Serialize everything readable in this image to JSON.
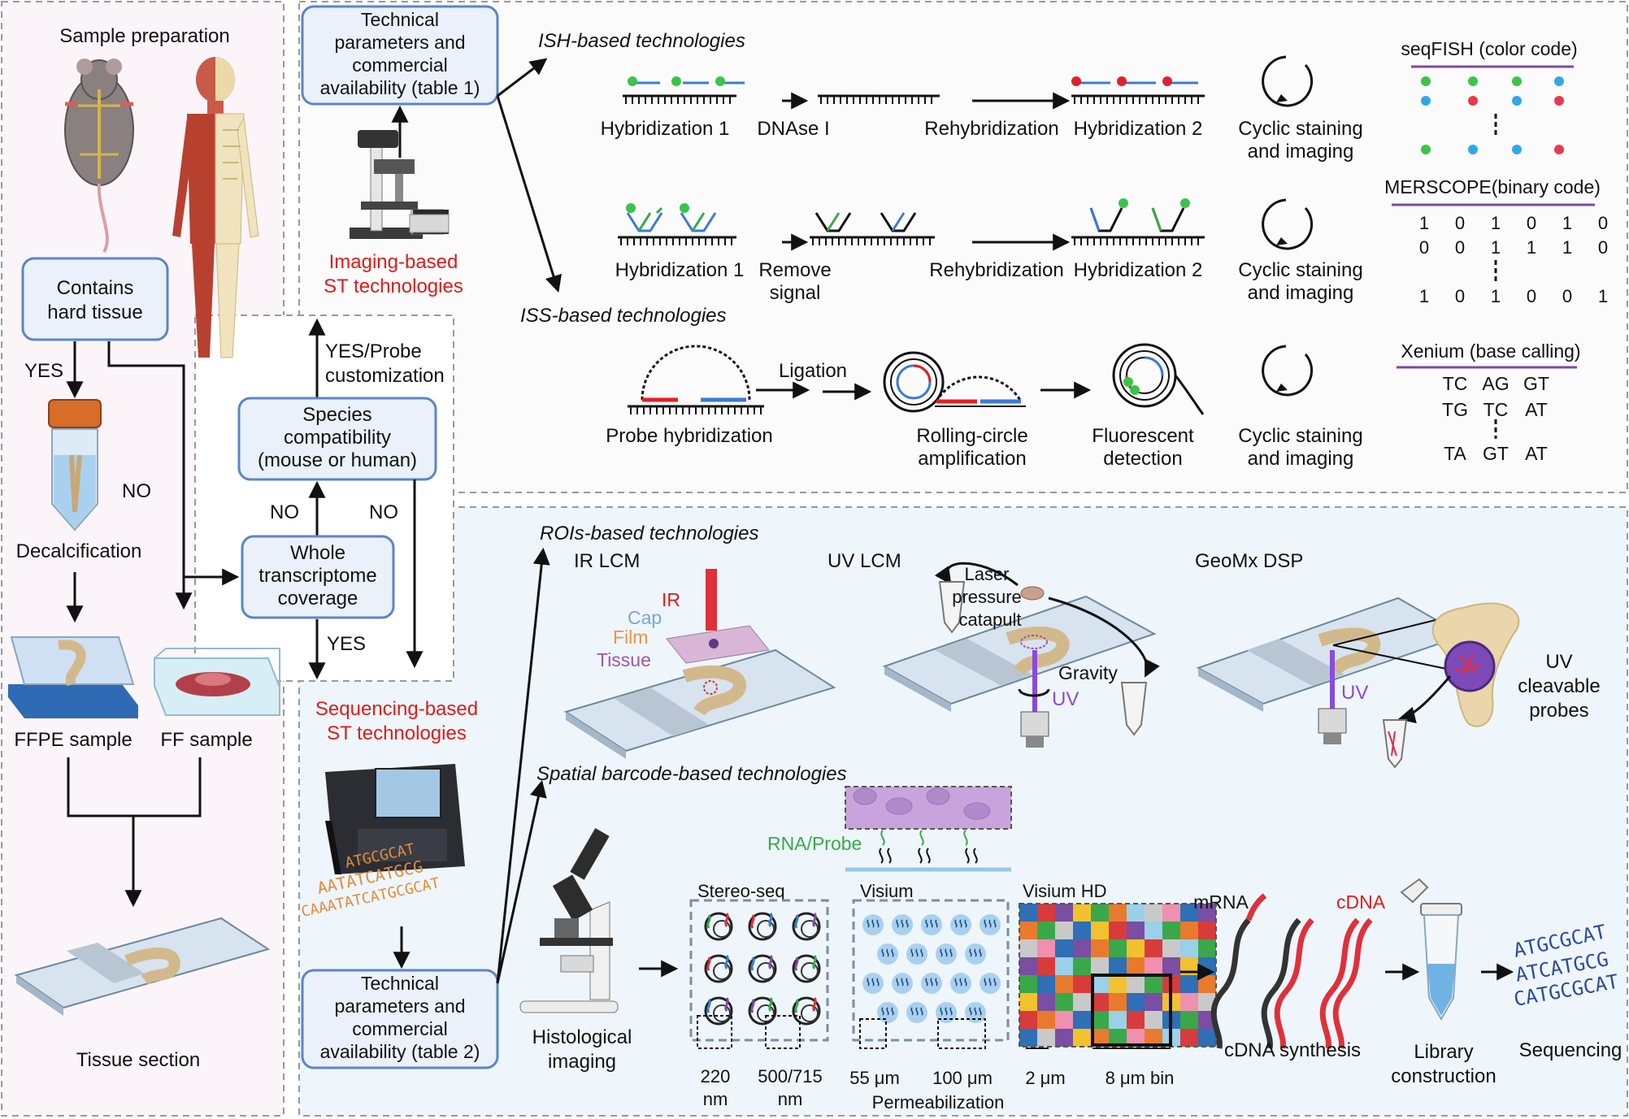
{
  "left": {
    "sample_preparation": "Sample preparation",
    "contains_hard_tissue": [
      "Contains",
      "hard tissue"
    ],
    "yes": "YES",
    "no": "NO",
    "decalcification": "Decalcification",
    "ffpe_sample": "FFPE sample",
    "ff_sample": "FF sample",
    "tissue_section": "Tissue section"
  },
  "middle": {
    "tech_params_top": [
      "Technical",
      "parameters and",
      "commercial",
      "availability (table 1)"
    ],
    "imaging_based": [
      "Imaging-based",
      "ST technologies"
    ],
    "yes_probe": [
      "YES/Probe",
      "customization"
    ],
    "species": [
      "Species",
      "compatibility",
      "(mouse or human)"
    ],
    "no_left": "NO",
    "no_right": "NO",
    "whole_transcriptome": [
      "Whole",
      "transcriptome",
      "coverage"
    ],
    "yes_down": "YES",
    "sequencing_based": [
      "Sequencing-based",
      "ST technologies"
    ],
    "tech_params_bottom": [
      "Technical",
      "parameters and",
      "commercial",
      "availability (table 2)"
    ],
    "dna_text": [
      "ATGCGCAT",
      "AATATCATGCG",
      "CAAATATCATGCGCAT"
    ]
  },
  "imaging": {
    "ish_title": "ISH-based technologies",
    "iss_title": "ISS-based technologies",
    "row1": {
      "hyb1": "Hybridization 1",
      "dnase": "DNAse I",
      "rehyb": "Rehybridization",
      "hyb2": "Hybridization 2",
      "cyclic": [
        "Cyclic staining",
        "and imaging"
      ],
      "code_title": "seqFISH (color code)"
    },
    "row2": {
      "hyb1": "Hybridization 1",
      "remove": [
        "Remove",
        "signal"
      ],
      "rehyb": "Rehybridization",
      "hyb2": "Hybridization 2",
      "cyclic": [
        "Cyclic staining",
        "and imaging"
      ],
      "code_title": "MERSCOPE(binary code)",
      "binary_rows": [
        [
          "1",
          "0",
          "1",
          "0",
          "1",
          "0"
        ],
        [
          "0",
          "0",
          "1",
          "1",
          "1",
          "0"
        ],
        [
          "1",
          "0",
          "1",
          "0",
          "0",
          "1"
        ]
      ]
    },
    "row3": {
      "probe_hyb": "Probe hybridization",
      "ligation": "Ligation",
      "rca": [
        "Rolling-circle",
        "amplification"
      ],
      "fluor": [
        "Fluorescent",
        "detection"
      ],
      "cyclic": [
        "Cyclic staining",
        "and imaging"
      ],
      "code_title": "Xenium (base calling)",
      "base_rows": [
        [
          "TC",
          "AG",
          "GT"
        ],
        [
          "TG",
          "TC",
          "AT"
        ],
        [
          "TA",
          "GT",
          "AT"
        ]
      ]
    }
  },
  "sequencing": {
    "roi_title": "ROIs-based technologies",
    "ir_lcm": "IR LCM",
    "ir": "IR",
    "cap": "Cap",
    "film": "Film",
    "tissue": "Tissue",
    "uv_lcm": "UV LCM",
    "laser": [
      "Laser",
      "pressure",
      "catapult"
    ],
    "gravity": "Gravity",
    "uv": "UV",
    "geomx": "GeoMx DSP",
    "uv_probes": [
      "UV",
      "cleavable",
      "probes"
    ],
    "barcode_title": "Spatial barcode-based technologies",
    "rna_probe": "RNA/Probe",
    "histological": [
      "Histological",
      "imaging"
    ],
    "stereo": "Stereo-seq",
    "visium": "Visium",
    "visium_hd": "Visium HD",
    "nm220": [
      "220",
      "nm"
    ],
    "nm500": [
      "500/715",
      "nm"
    ],
    "um55": "55 μm",
    "um100": "100 μm",
    "permeabilization": "Permeabilization",
    "um2": "2 μm",
    "um8": "8 μm bin",
    "mrna": "mRNA",
    "cdna": "cDNA",
    "cdna_synthesis": "cDNA synthesis",
    "library": [
      "Library",
      "construction"
    ],
    "sequencing": "Sequencing",
    "seq_text": [
      "ATGCGCAT",
      "ATCATGCG",
      "CATGCGCAT"
    ]
  },
  "colors": {
    "box_border": "#5b86c4",
    "box_fill": "#eaf1fb",
    "red_label": "#e01b1b",
    "panel_pink": "#fbf5f9",
    "panel_blue": "#eef6fb",
    "probe_blue": "#3a7bd5",
    "probe_green": "#3aa84a",
    "probe_red": "#e02020",
    "code_purple": "#7d4a9e"
  },
  "visium_hd_grid": [
    [
      "#2e6fb5",
      "#d83b3b",
      "#7a4ea3",
      "#f2c12e",
      "#3aa84a",
      "#e87a2e",
      "#9ad0e8",
      "#c9c9c9",
      "#f08fb0",
      "#2e6fb5",
      "#7a4ea3"
    ],
    [
      "#e87a2e",
      "#3aa84a",
      "#c9c9c9",
      "#2e6fb5",
      "#f2c12e",
      "#d83b3b",
      "#7a4ea3",
      "#9ad0e8",
      "#3aa84a",
      "#e87a2e",
      "#d83b3b"
    ],
    [
      "#c9c9c9",
      "#f08fb0",
      "#2e6fb5",
      "#7a4ea3",
      "#e87a2e",
      "#3aa84a",
      "#f2c12e",
      "#d83b3b",
      "#c9c9c9",
      "#9ad0e8",
      "#3aa84a"
    ],
    [
      "#7a4ea3",
      "#d83b3b",
      "#9ad0e8",
      "#3aa84a",
      "#c9c9c9",
      "#2e6fb5",
      "#e87a2e",
      "#f08fb0",
      "#7a4ea3",
      "#f2c12e",
      "#2e6fb5"
    ],
    [
      "#3aa84a",
      "#2e6fb5",
      "#e87a2e",
      "#d83b3b",
      "#9ad0e8",
      "#f2c12e",
      "#c9c9c9",
      "#3aa84a",
      "#d83b3b",
      "#2e6fb5",
      "#e87a2e"
    ],
    [
      "#f2c12e",
      "#7a4ea3",
      "#3aa84a",
      "#c9c9c9",
      "#d83b3b",
      "#e87a2e",
      "#2e6fb5",
      "#7a4ea3",
      "#f2c12e",
      "#f08fb0",
      "#c9c9c9"
    ],
    [
      "#d83b3b",
      "#e87a2e",
      "#f08fb0",
      "#2e6fb5",
      "#3aa84a",
      "#9ad0e8",
      "#d83b3b",
      "#c9c9c9",
      "#2e6fb5",
      "#3aa84a",
      "#7a4ea3"
    ],
    [
      "#2e6fb5",
      "#c9c9c9",
      "#7a4ea3",
      "#f2c12e",
      "#e87a2e",
      "#3aa84a",
      "#f08fb0",
      "#e87a2e",
      "#9ad0e8",
      "#d83b3b",
      "#2e6fb5"
    ]
  ]
}
